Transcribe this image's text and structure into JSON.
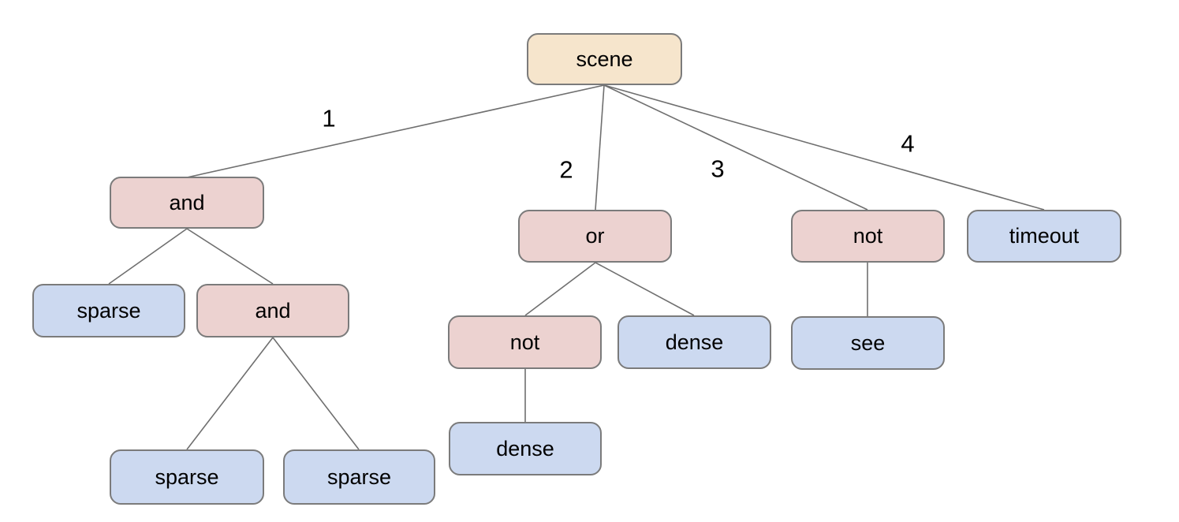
{
  "diagram": {
    "type": "tree",
    "nodes": {
      "scene": {
        "label": "scene",
        "role": "root"
      },
      "and1": {
        "label": "and",
        "role": "operator"
      },
      "or1": {
        "label": "or",
        "role": "operator"
      },
      "not_right": {
        "label": "not",
        "role": "operator"
      },
      "timeout": {
        "label": "timeout",
        "role": "leaf"
      },
      "sparse_a": {
        "label": "sparse",
        "role": "leaf"
      },
      "and2": {
        "label": "and",
        "role": "operator"
      },
      "not_mid": {
        "label": "not",
        "role": "operator"
      },
      "dense_a": {
        "label": "dense",
        "role": "leaf"
      },
      "see": {
        "label": "see",
        "role": "leaf"
      },
      "dense_b": {
        "label": "dense",
        "role": "leaf"
      },
      "sparse_b": {
        "label": "sparse",
        "role": "leaf"
      },
      "sparse_c": {
        "label": "sparse",
        "role": "leaf"
      }
    },
    "edge_labels": {
      "e1": "1",
      "e2": "2",
      "e3": "3",
      "e4": "4"
    },
    "edges": [
      {
        "from": "scene",
        "to": "and1",
        "label": "1"
      },
      {
        "from": "scene",
        "to": "or1",
        "label": "2"
      },
      {
        "from": "scene",
        "to": "not_right",
        "label": "3"
      },
      {
        "from": "scene",
        "to": "timeout",
        "label": "4"
      },
      {
        "from": "and1",
        "to": "sparse_a",
        "label": ""
      },
      {
        "from": "and1",
        "to": "and2",
        "label": ""
      },
      {
        "from": "and2",
        "to": "sparse_b",
        "label": ""
      },
      {
        "from": "and2",
        "to": "sparse_c",
        "label": ""
      },
      {
        "from": "or1",
        "to": "not_mid",
        "label": ""
      },
      {
        "from": "or1",
        "to": "dense_a",
        "label": ""
      },
      {
        "from": "not_mid",
        "to": "dense_b",
        "label": ""
      },
      {
        "from": "not_right",
        "to": "see",
        "label": ""
      }
    ],
    "colors": {
      "root_fill": "#f6e5cc",
      "operator_fill": "#ecd2d0",
      "leaf_fill": "#ccd9f0",
      "node_border": "#7b7b7b",
      "edge_stroke": "#6f6f6f",
      "text": "#000000",
      "background": "#ffffff"
    }
  }
}
